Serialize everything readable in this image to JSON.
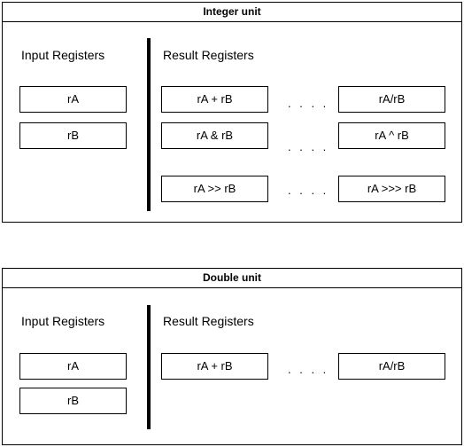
{
  "integer_unit": {
    "title": "Integer unit",
    "input_label": "Input Registers",
    "result_label": "Result Registers",
    "inputs": [
      "rA",
      "rB"
    ],
    "results": [
      "rA + rB",
      "rA/rB",
      "rA & rB",
      "rA ^ rB",
      "rA >> rB",
      "rA >>> rB"
    ],
    "ellipsis": [
      ". . . .",
      ". . . .",
      ". . . ."
    ]
  },
  "double_unit": {
    "title": "Double unit",
    "input_label": "Input Registers",
    "result_label": "Result Registers",
    "inputs": [
      "rA",
      "rB"
    ],
    "results": [
      "rA + rB",
      "rA/rB"
    ],
    "ellipsis": [
      ". . . ."
    ]
  }
}
